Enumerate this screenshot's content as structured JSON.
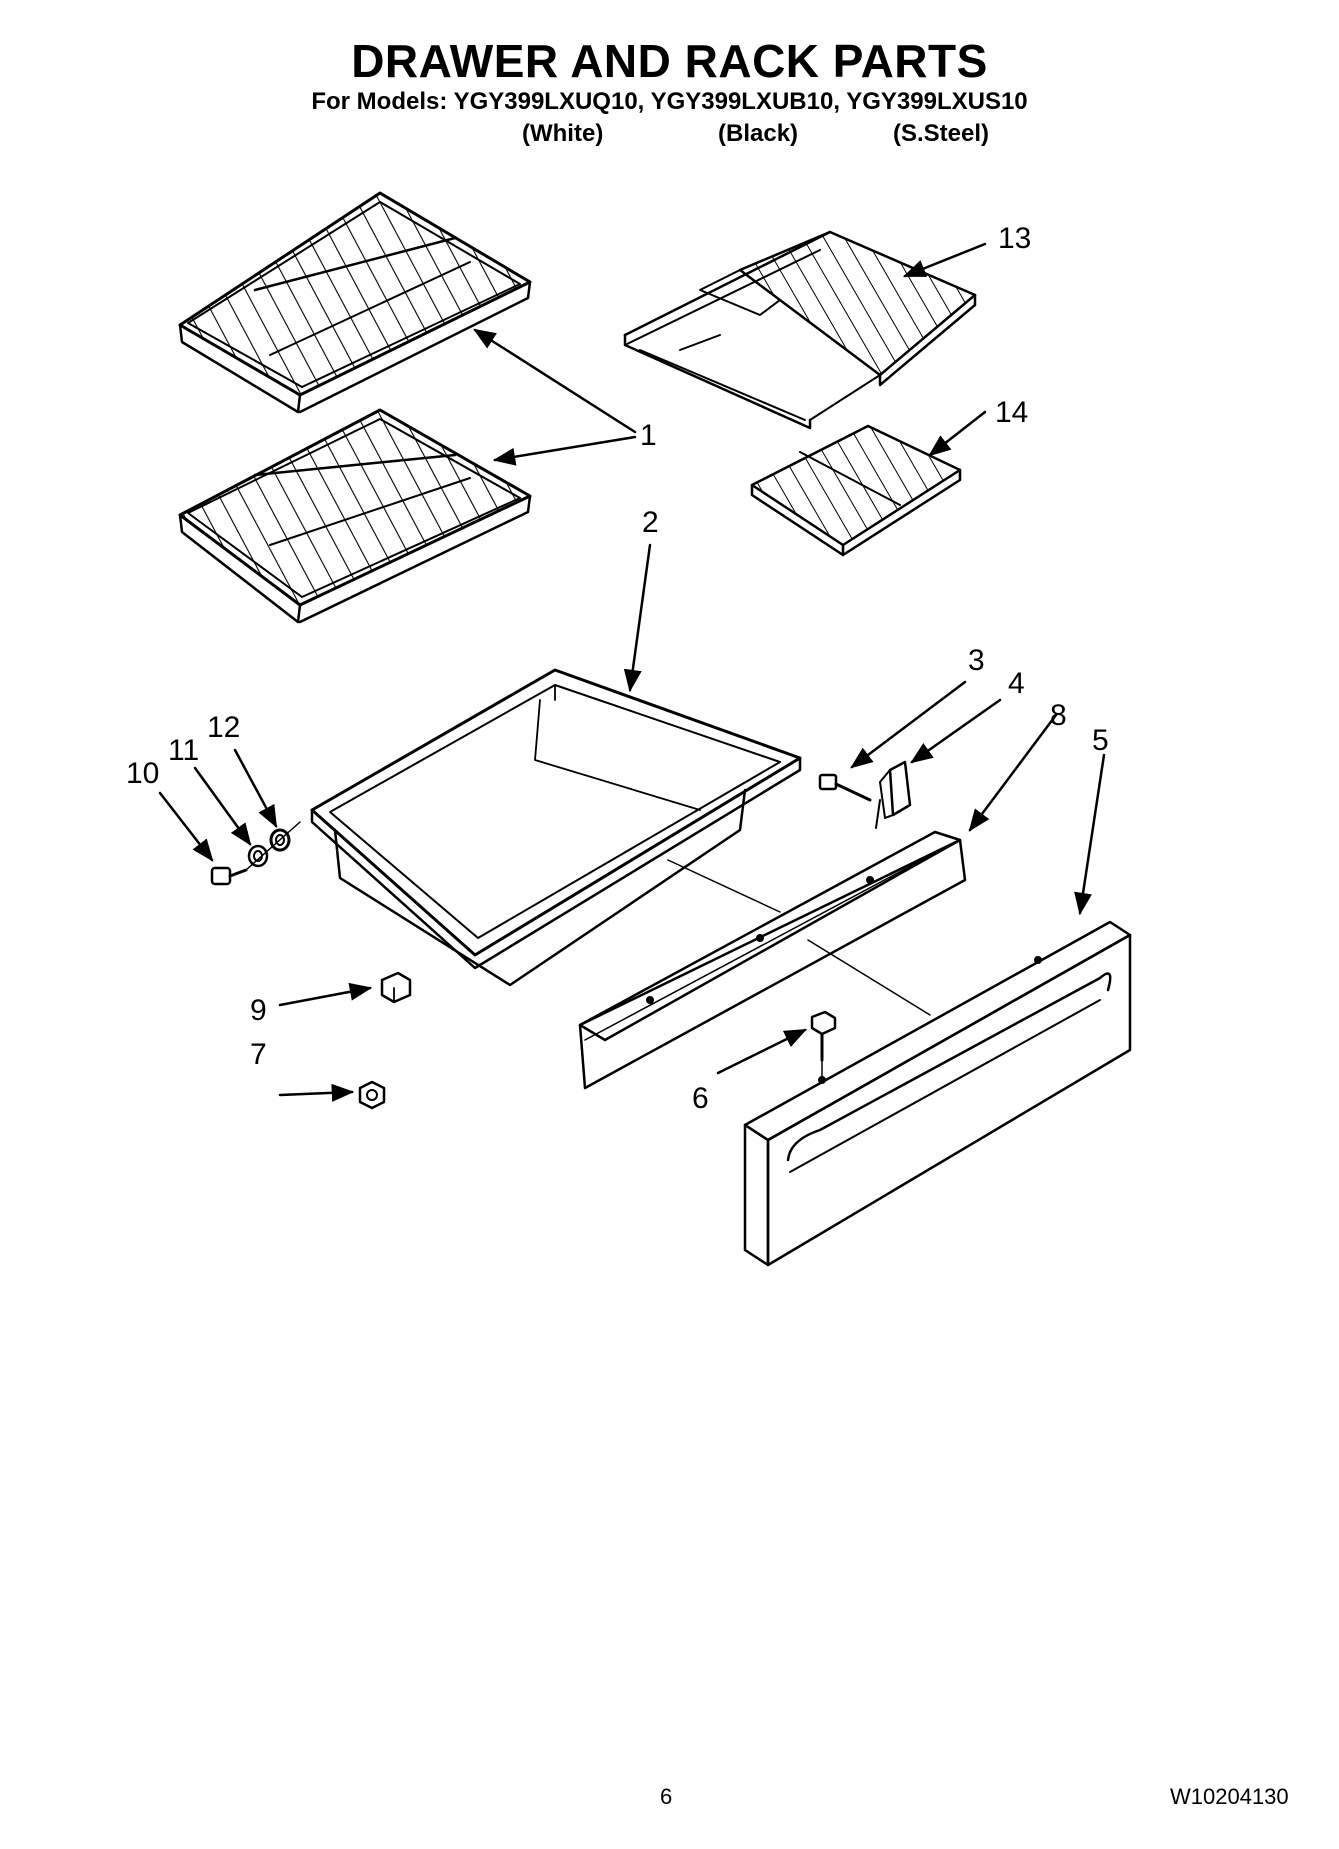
{
  "header": {
    "title": "DRAWER AND RACK PARTS",
    "models_line": "For Models: YGY399LXUQ10, YGY399LXUB10, YGY399LXUS10",
    "colors": [
      "(White)",
      "(Black)",
      "(S.Steel)"
    ]
  },
  "callouts": {
    "c1": "1",
    "c2": "2",
    "c3": "3",
    "c4": "4",
    "c5": "5",
    "c6": "6",
    "c7": "7",
    "c8": "8",
    "c9": "9",
    "c10": "10",
    "c11": "11",
    "c12": "12",
    "c13": "13",
    "c14": "14"
  },
  "footer": {
    "page_number": "6",
    "document_code": "W10204130"
  },
  "colors": {
    "ink": "#000000",
    "paper": "#ffffff",
    "shade": "#e8e8e8"
  }
}
